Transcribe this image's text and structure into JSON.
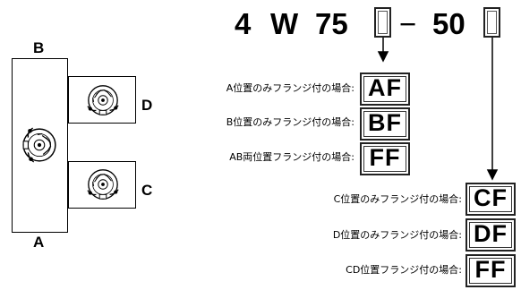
{
  "model": {
    "part1": "4",
    "part2": "W",
    "part3": "75",
    "dash": "−",
    "part4": "50"
  },
  "positions": {
    "top": "B",
    "bottom": "A",
    "right_upper": "D",
    "right_lower": "C"
  },
  "options_left": [
    {
      "label": "A位置のみフランジ付の場合:",
      "code": "AF"
    },
    {
      "label": "B位置のみフランジ付の場合:",
      "code": "BF"
    },
    {
      "label": "AB両位置フランジ付の場合:",
      "code": "FF"
    }
  ],
  "options_right": [
    {
      "label": "C位置のみフランジ付の場合:",
      "code": "CF"
    },
    {
      "label": "D位置のみフランジ付の場合:",
      "code": "DF"
    },
    {
      "label": "CD位置フランジ付の場合:",
      "code": "FF"
    }
  ]
}
